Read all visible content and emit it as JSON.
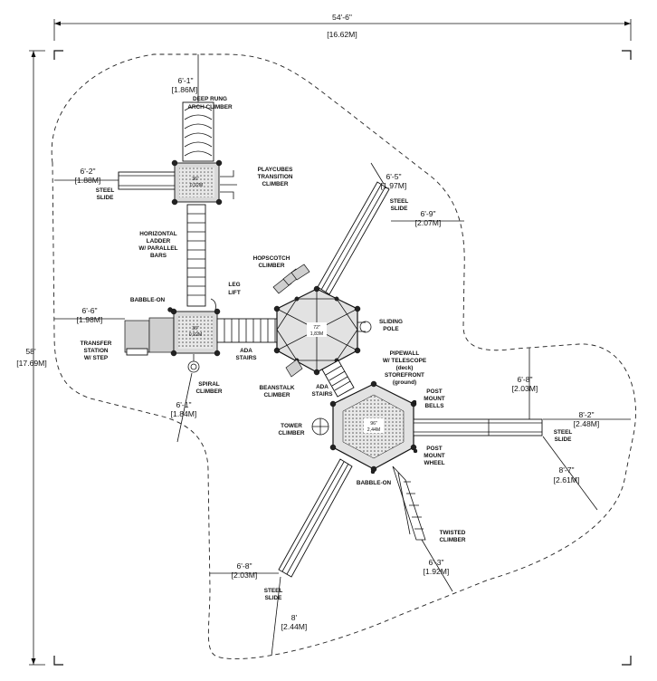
{
  "dimensions": {
    "overall_width": "54'-6\"",
    "overall_width_m": "[16.62M]",
    "overall_height": "58'",
    "overall_height_m": "[17.69M]",
    "top_clear": "6'-1\"",
    "top_clear_m": "[1.86M]",
    "left_top_clear": "6'-2\"",
    "left_top_clear_m": "[1.88M]",
    "left_mid_clear": "6'-6\"",
    "left_mid_clear_m": "[1.98M]",
    "lower_left_clear": "6'-1\"",
    "lower_left_clear_m": "[1.84M]",
    "diag_slide_clear": "6'-5\"",
    "diag_slide_clear_m": "[1.97M]",
    "right_slide_top_clear": "6'-9\"",
    "right_slide_top_clear_m": "[2.07M]",
    "right_mid_clear": "6'-8\"",
    "right_mid_clear_m": "[2.03M]",
    "right_slide_end_clear": "8'-2\"",
    "right_slide_end_clear_m": "[2.48M]",
    "right_diag_clear": "8'-7\"",
    "right_diag_clear_m": "[2.61M]",
    "twisted_clear": "6'-3\"",
    "twisted_clear_m": "[1.92M]",
    "bottom_left_clear": "6'-8\"",
    "bottom_left_clear_m": "[2.03M]",
    "bottom_clear": "8'",
    "bottom_clear_m": "[2.44M]"
  },
  "decks": {
    "upper_square": "36\"",
    "upper_square_m": "0,92M",
    "lower_square": "36\"",
    "lower_square_m": "0,92M",
    "mid_hex": "72\"",
    "mid_hex_m": "1,83M",
    "lower_hex": "96\"",
    "lower_hex_m": "2,44M"
  },
  "labels": {
    "deep_rung": [
      "DEEP RUNG",
      "ARCH CLIMBER"
    ],
    "playcubes": [
      "PLAYCUBES",
      "TRANSITION",
      "CLIMBER"
    ],
    "steel_slide_top_left": [
      "STEEL",
      "SLIDE"
    ],
    "horizontal_ladder": [
      "HORIZONTAL",
      "LADDER",
      "W/ PARALLEL",
      "BARS"
    ],
    "hopscotch": [
      "HOPSCOTCH",
      "CLIMBER"
    ],
    "leg_lift": [
      "LEG",
      "LIFT"
    ],
    "babble_on_left": "BABBLE-ON",
    "transfer_station": [
      "TRANSFER",
      "STATION",
      "W/ STEP"
    ],
    "ada_stairs_left": [
      "ADA",
      "STAIRS"
    ],
    "spiral_climber": [
      "SPIRAL",
      "CLIMBER"
    ],
    "steel_slide_diag": [
      "STEEL",
      "SLIDE"
    ],
    "sliding_pole": [
      "SLIDING",
      "POLE"
    ],
    "pipewall": [
      "PIPEWALL",
      "W/ TELESCOPE",
      "(deck)",
      "STOREFRONT",
      "(ground)"
    ],
    "beanstalk": [
      "BEANSTALK",
      "CLIMBER"
    ],
    "ada_stairs_mid": [
      "ADA",
      "STAIRS"
    ],
    "post_mount_bells": [
      "POST",
      "MOUNT",
      "BELLS"
    ],
    "tower_climber": [
      "TOWER",
      "CLIMBER"
    ],
    "steel_slide_right": [
      "STEEL",
      "SLIDE"
    ],
    "post_mount_wheel": [
      "POST",
      "MOUNT",
      "WHEEL"
    ],
    "babble_on_bottom": "BABBLE-ON",
    "twisted_climber": [
      "TWISTED",
      "CLIMBER"
    ],
    "steel_slide_bottom": [
      "STEEL",
      "SLIDE"
    ]
  },
  "colors": {
    "line": "#111111",
    "deck_fill": "#d9d9d9",
    "background": "#ffffff"
  }
}
